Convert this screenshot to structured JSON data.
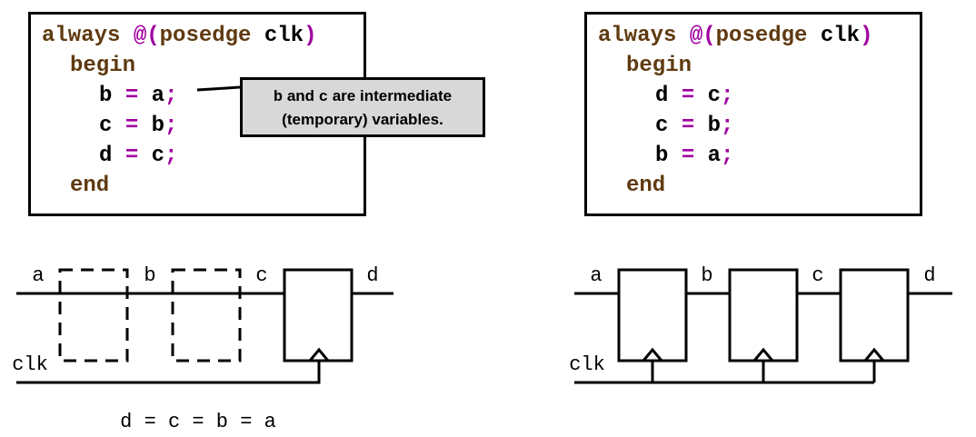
{
  "left_code": {
    "line1": {
      "kw1": "always",
      "at": "@(",
      "kw2": "posedge",
      "sig": "clk",
      "close": ")"
    },
    "begin": "begin",
    "stmts": [
      {
        "lhs": "b",
        "eq": "=",
        "rhs": "a",
        "semi": ";"
      },
      {
        "lhs": "c",
        "eq": "=",
        "rhs": "b",
        "semi": ";"
      },
      {
        "lhs": "d",
        "eq": "=",
        "rhs": "c",
        "semi": ";"
      }
    ],
    "end": "end"
  },
  "right_code": {
    "line1": {
      "kw1": "always",
      "at": "@(",
      "kw2": "posedge",
      "sig": "clk",
      "close": ")"
    },
    "begin": "begin",
    "stmts": [
      {
        "lhs": "d",
        "eq": "=",
        "rhs": "c",
        "semi": ";"
      },
      {
        "lhs": "c",
        "eq": "=",
        "rhs": "b",
        "semi": ";"
      },
      {
        "lhs": "b",
        "eq": "=",
        "rhs": "a",
        "semi": ";"
      }
    ],
    "end": "end"
  },
  "callout": {
    "var_b": "b",
    "and": " and ",
    "var_c": "c",
    "rest": " are intermediate",
    "line2": "(temporary) variables."
  },
  "left_diagram": {
    "signals": [
      "a",
      "b",
      "c",
      "d"
    ],
    "clock": "clk",
    "equation": "d = c = b = a"
  },
  "right_diagram": {
    "signals": [
      "a",
      "b",
      "c",
      "d"
    ],
    "clock": "clk"
  },
  "colors": {
    "keyword": "#5f3a10",
    "operator": "#a000a0",
    "callout_bg": "#d8d8d8"
  }
}
